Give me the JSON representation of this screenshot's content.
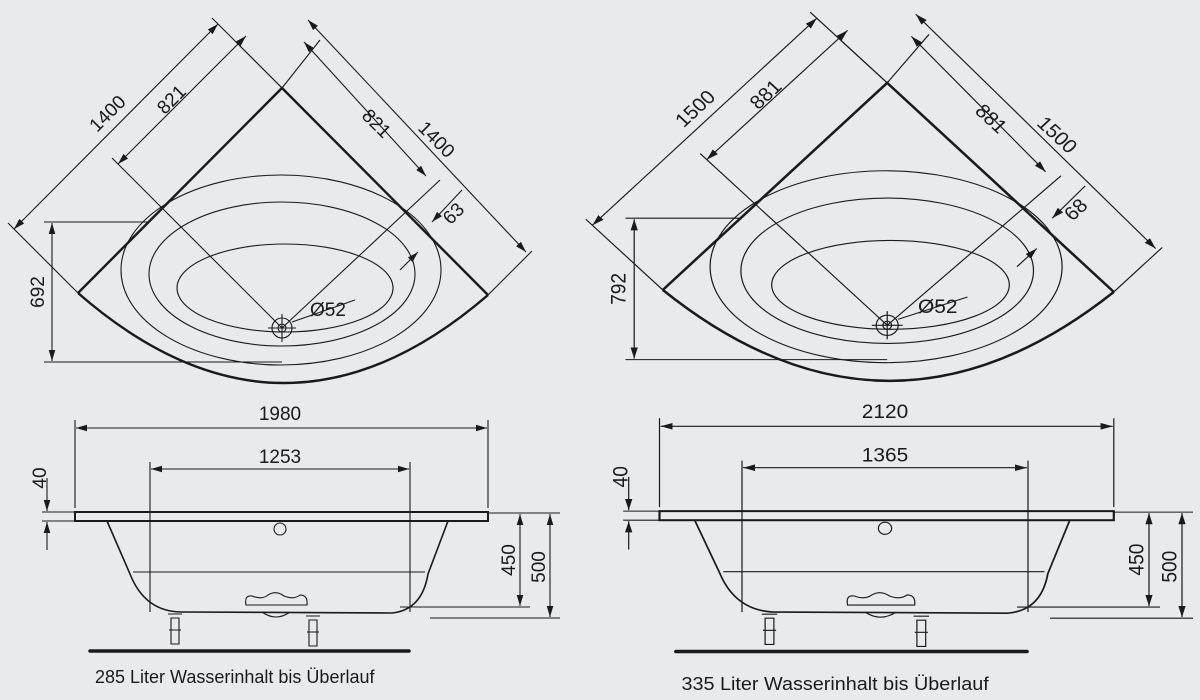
{
  "left": {
    "plan_side_total": "1400",
    "plan_side_to_drain": "821",
    "plan_side_to_drain_right": "821",
    "plan_side_total_right": "1400",
    "plan_offset": "63",
    "drain_diameter": "Ø52",
    "plan_depth": "692",
    "length_total": "1980",
    "length_inner": "1253",
    "rim_height": "40",
    "height_inner": "450",
    "height_total": "500",
    "caption": "285 Liter Wasserinhalt bis Überlauf"
  },
  "right": {
    "plan_side_total": "1500",
    "plan_side_to_drain": "881",
    "plan_side_to_drain_right": "881",
    "plan_side_total_right": "1500",
    "plan_offset": "68",
    "drain_diameter": "Ø52",
    "plan_depth": "792",
    "length_total": "2120",
    "length_inner": "1365",
    "rim_height": "40",
    "height_inner": "450",
    "height_total": "500",
    "caption": "335 Liter Wasserinhalt bis Überlauf"
  }
}
